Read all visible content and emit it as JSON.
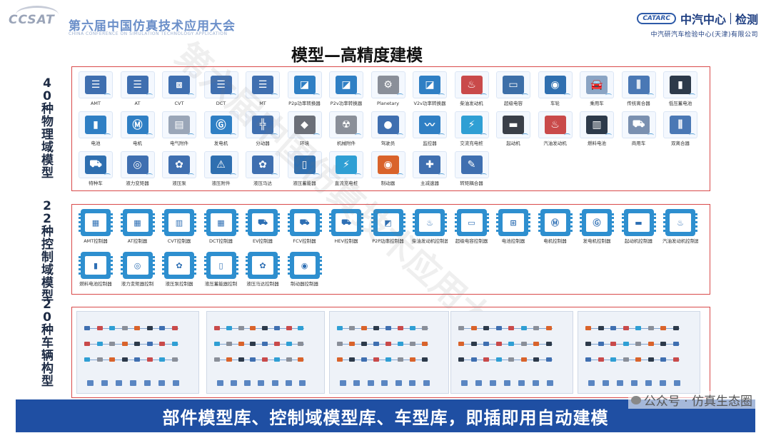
{
  "header": {
    "logo_left": "CCSAT",
    "conference_title": "第六届中国仿真技术应用大会",
    "conference_subtitle": "CHINA CONFERENCE ON SIMULATION TECHNOLOGY APPLICATION",
    "org_badge": "CATARC",
    "org_name": "中汽中心",
    "org_service": "检测",
    "org_full": "中汽研汽车检验中心(天津)有限公司"
  },
  "title": "模型—高精度建模",
  "side_labels": {
    "physical": "40种物理域模型",
    "control": "22种控制域模型",
    "vehicle": "20种车辆构型"
  },
  "physical_models": [
    {
      "label": "AMT",
      "icon": "gearbox-icon",
      "color": "#3f6fb0"
    },
    {
      "label": "AT",
      "icon": "gearbox-icon",
      "color": "#3f6fb0"
    },
    {
      "label": "CVT",
      "icon": "cvt-icon",
      "color": "#3f6fb0"
    },
    {
      "label": "DCT",
      "icon": "gearbox-icon",
      "color": "#3f6fb0"
    },
    {
      "label": "MT",
      "icon": "gearbox-icon",
      "color": "#3f6fb0"
    },
    {
      "label": "P2p功率转换器",
      "icon": "power-converter-icon",
      "color": "#2f7fc4"
    },
    {
      "label": "P2v功率转换器",
      "icon": "power-converter-icon",
      "color": "#2f7fc4"
    },
    {
      "label": "Planetary",
      "icon": "planetary-gear-icon",
      "color": "#8a8f99"
    },
    {
      "label": "V2v功率转换器",
      "icon": "power-converter-icon",
      "color": "#2f7fc4"
    },
    {
      "label": "柴油发动机",
      "icon": "engine-icon",
      "color": "#c94a4a"
    },
    {
      "label": "超级电容",
      "icon": "capacitor-icon",
      "color": "#3d6fa8"
    },
    {
      "label": "车轮",
      "icon": "wheel-icon",
      "color": "#2f6fb0"
    },
    {
      "label": "乘用车",
      "icon": "car-icon",
      "color": "#8aa4c4"
    },
    {
      "label": "传统离合器",
      "icon": "clutch-icon",
      "color": "#4a78b5"
    },
    {
      "label": "低压蓄电池",
      "icon": "battery-icon",
      "color": "#2d3a4a"
    },
    {
      "label": "电池",
      "icon": "battery-icon",
      "color": "#2f7fc4"
    },
    {
      "label": "电机",
      "icon": "motor-icon",
      "color": "#2f7fc4"
    },
    {
      "label": "电气附件",
      "icon": "electrical-accessory-icon",
      "color": "#9aa6b8"
    },
    {
      "label": "发电机",
      "icon": "generator-icon",
      "color": "#2f7fc4"
    },
    {
      "label": "分动器",
      "icon": "transfer-case-icon",
      "color": "#3f6fb0"
    },
    {
      "label": "环境",
      "icon": "environment-icon",
      "color": "#6b6f78"
    },
    {
      "label": "机械附件",
      "icon": "mechanical-accessory-icon",
      "color": "#8a8f99"
    },
    {
      "label": "驾驶员",
      "icon": "driver-icon",
      "color": "#3f6fb0"
    },
    {
      "label": "监控器",
      "icon": "monitor-icon",
      "color": "#2f7fc4"
    },
    {
      "label": "交流充电桩",
      "icon": "charging-pile-icon",
      "color": "#2f9fd4"
    },
    {
      "label": "起动机",
      "icon": "starter-icon",
      "color": "#3a3f48"
    },
    {
      "label": "汽油发动机",
      "icon": "engine-icon",
      "color": "#c94a4a"
    },
    {
      "label": "燃料电池",
      "icon": "fuel-cell-icon",
      "color": "#2d3a4a"
    },
    {
      "label": "商用车",
      "icon": "truck-icon",
      "color": "#7a90b0"
    },
    {
      "label": "双离合器",
      "icon": "dual-clutch-icon",
      "color": "#4a78b5"
    },
    {
      "label": "特种车",
      "icon": "special-vehicle-icon",
      "color": "#2f6fb0"
    },
    {
      "label": "液力变矩器",
      "icon": "torque-converter-icon",
      "color": "#3f6fb0"
    },
    {
      "label": "液压泵",
      "icon": "hydraulic-pump-icon",
      "color": "#3f6fb0"
    },
    {
      "label": "液压附件",
      "icon": "hydraulic-accessory-icon",
      "color": "#2f6fb0"
    },
    {
      "label": "液压马达",
      "icon": "hydraulic-motor-icon",
      "color": "#3f6fb0"
    },
    {
      "label": "液压蓄能器",
      "icon": "accumulator-icon",
      "color": "#2f6fb0"
    },
    {
      "label": "直流充电桩",
      "icon": "charging-pile-icon",
      "color": "#2f9fd4"
    },
    {
      "label": "制动器",
      "icon": "brake-icon",
      "color": "#d9632b"
    },
    {
      "label": "主减速器",
      "icon": "final-drive-icon",
      "color": "#3f6fb0"
    },
    {
      "label": "转矩耦合器",
      "icon": "torque-coupler-icon",
      "color": "#3f6fb0"
    }
  ],
  "control_models": [
    {
      "label": "AMT控制器",
      "glyph": "▦"
    },
    {
      "label": "AT控制器",
      "glyph": "▦"
    },
    {
      "label": "CVT控制器",
      "glyph": "▥"
    },
    {
      "label": "DCT控制器",
      "glyph": "▦"
    },
    {
      "label": "EV控制器",
      "glyph": "⛟"
    },
    {
      "label": "FCV控制器",
      "glyph": "⛟"
    },
    {
      "label": "HEV控制器",
      "glyph": "⛟"
    },
    {
      "label": "P2P功率控制器",
      "glyph": "◩"
    },
    {
      "label": "柴油发动机控制器",
      "glyph": "♨"
    },
    {
      "label": "超级电容控制器",
      "glyph": "▭"
    },
    {
      "label": "电池控制器",
      "glyph": "⊞"
    },
    {
      "label": "电机控制器",
      "glyph": "Ⓜ"
    },
    {
      "label": "发电机控制器",
      "glyph": "Ⓖ"
    },
    {
      "label": "起动机控制器",
      "glyph": "▬"
    },
    {
      "label": "汽油发动机控制器",
      "glyph": "♨"
    },
    {
      "label": "燃料电池控制器",
      "glyph": "▮"
    },
    {
      "label": "液力变矩器控制",
      "glyph": "◎"
    },
    {
      "label": "液压泵控制器",
      "glyph": "✿"
    },
    {
      "label": "液压蓄能器控制",
      "glyph": "▯"
    },
    {
      "label": "液压马达控制器",
      "glyph": "✿"
    },
    {
      "label": "制动器控制器",
      "glyph": "◉"
    }
  ],
  "vehicle_thumbs": [
    {
      "name": "vehicle-config-1"
    },
    {
      "name": "vehicle-config-2"
    },
    {
      "name": "vehicle-config-3"
    },
    {
      "name": "vehicle-config-4"
    },
    {
      "name": "vehicle-config-5"
    }
  ],
  "footer": "部件模型库、控制域模型库、车型库，即插即用自动建模",
  "watermark": "第六届中国仿真技术应用大会",
  "wechat_tag": "公众号 · 仿真生态圈",
  "colors": {
    "border": "#d94a4a",
    "bar": "#1f4fa3",
    "accent": "#2e8fcf"
  }
}
